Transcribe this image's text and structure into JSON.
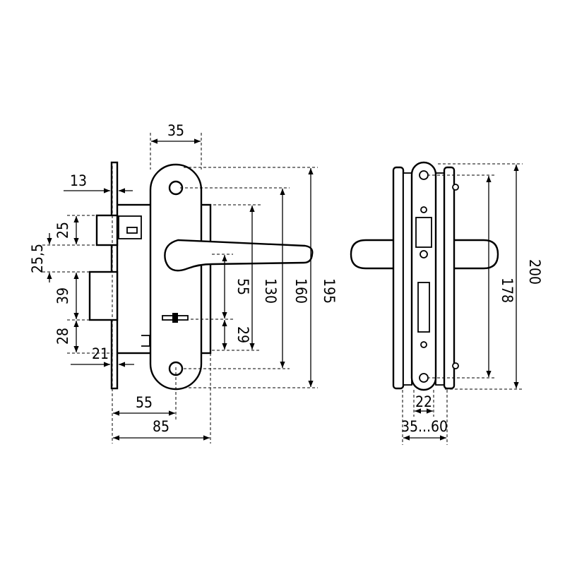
{
  "dimensions": {
    "escutcheon_width": "35",
    "faceplate_thickness": "13",
    "latch_height": "25",
    "latch_offset": "25,5",
    "deadbolt_height": "39",
    "bottom_offset": "28",
    "faceplate_to_body": "21",
    "backset": "55",
    "body_depth": "85",
    "handle_to_keyhole": "55",
    "keyhole_to_bottom": "29",
    "body_height": "130",
    "screw_spacing": "160",
    "plate_height": "195",
    "side_screw_spacing": "178",
    "side_plate_height": "200",
    "spindle_distance": "22",
    "door_thickness": "35...60"
  },
  "colors": {
    "ink": "#000000",
    "paper": "#ffffff"
  }
}
